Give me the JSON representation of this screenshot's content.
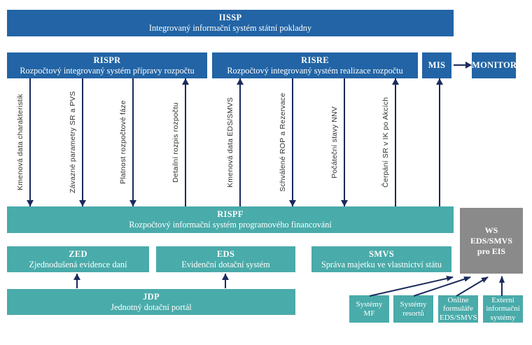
{
  "palette": {
    "blue": "#2264a5",
    "teal": "#49abaa",
    "gray": "#8a8a8a",
    "arrow": "#1b2a5c",
    "label": "#333333",
    "bg": "#ffffff"
  },
  "banner": {
    "title": "IISSP",
    "subtitle": "Integrovaný informační systém státní pokladny"
  },
  "boxes": {
    "rispr": {
      "title": "RISPR",
      "subtitle": "Rozpočtový integrovaný systém přípravy rozpočtu"
    },
    "risre": {
      "title": "RISRE",
      "subtitle": "Rozpočtový integrovaný systém realizace rozpočtu"
    },
    "mis": {
      "title": "MIS"
    },
    "monitor": {
      "title": "MONITOR"
    },
    "rispf": {
      "title": "RISPF",
      "subtitle": "Rozpočtový informační systém programového financování"
    },
    "zed": {
      "title": "ZED",
      "subtitle": "Zjednodušená evidence daní"
    },
    "eds": {
      "title": "EDS",
      "subtitle": "Evidenční dotační systém"
    },
    "smvs": {
      "title": "SMVS",
      "subtitle": "Správa majetku ve vlastnictví státu"
    },
    "jdp": {
      "title": "JDP",
      "subtitle": "Jednotný dotační portál"
    },
    "ws": {
      "line1": "WS",
      "line2": "EDS/SMVS",
      "line3": "pro EIS"
    }
  },
  "flows": [
    {
      "label": "Kmenová data charakteristik",
      "direction": "down",
      "from": "RISPR",
      "to": "RISPF"
    },
    {
      "label": "Závazné parametry SR a PVS",
      "direction": "down",
      "from": "RISPR",
      "to": "RISPF"
    },
    {
      "label": "Platnost rozpočtové fáze",
      "direction": "down",
      "from": "RISPR",
      "to": "RISPF"
    },
    {
      "label": "Detailní rozpis rozpočtu",
      "direction": "up",
      "from": "RISPF",
      "to": "RISPR"
    },
    {
      "label": "Kmenová data EDS/SMVS",
      "direction": "up",
      "from": "RISPF",
      "to": "RISRE"
    },
    {
      "label": "Schválené ROP a Rezervace",
      "direction": "down",
      "from": "RISRE",
      "to": "RISPF"
    },
    {
      "label": "Počáteční stavy NNV",
      "direction": "down",
      "from": "RISRE",
      "to": "RISPF"
    },
    {
      "label": "Čerpání SR v IK po Akcích",
      "direction": "up",
      "from": "RISPF",
      "to": "RISRE"
    },
    {
      "label": "",
      "direction": "up",
      "from": "RISPF",
      "to": "MIS"
    }
  ],
  "connections": [
    {
      "from": "MIS",
      "to": "MONITOR",
      "direction": "right"
    },
    {
      "from": "JDP",
      "to": "ZED",
      "direction": "up"
    },
    {
      "from": "JDP",
      "to": "EDS",
      "direction": "up"
    },
    {
      "from": "Systémy MF",
      "to": "WS EDS/SMVS pro EIS"
    },
    {
      "from": "Systémy resortů",
      "to": "WS EDS/SMVS pro EIS"
    },
    {
      "from": "Online formuláře EDS/SMVS",
      "to": "WS EDS/SMVS pro EIS"
    },
    {
      "from": "Externí informační systémy",
      "to": "WS EDS/SMVS pro EIS"
    }
  ],
  "external_systems": [
    {
      "label": "Systémy MF"
    },
    {
      "label": "Systémy resortů"
    },
    {
      "label": "Online formuláře EDS/SMVS"
    },
    {
      "label": "Externí informační systémy"
    }
  ]
}
